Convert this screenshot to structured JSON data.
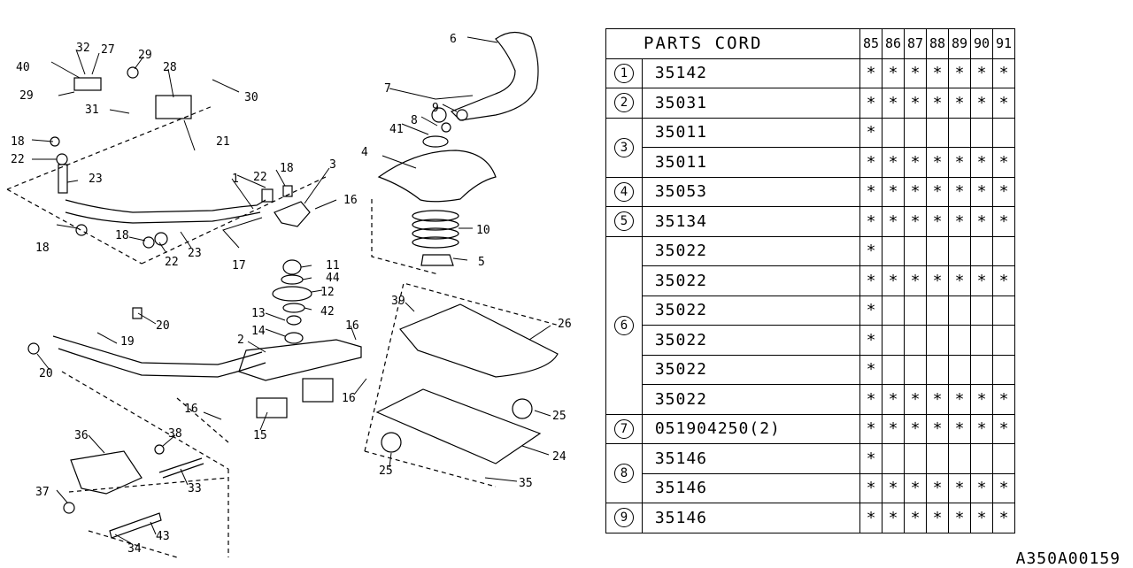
{
  "table": {
    "header": "PARTS CORD",
    "years": [
      "85",
      "86",
      "87",
      "88",
      "89",
      "90",
      "91"
    ],
    "groups": [
      {
        "ref": "1",
        "rows": [
          {
            "part": "35142",
            "marks": [
              "*",
              "*",
              "*",
              "*",
              "*",
              "*",
              "*"
            ]
          }
        ]
      },
      {
        "ref": "2",
        "rows": [
          {
            "part": "35031",
            "marks": [
              "*",
              "*",
              "*",
              "*",
              "*",
              "*",
              "*"
            ]
          }
        ]
      },
      {
        "ref": "3",
        "rows": [
          {
            "part": "35011",
            "marks": [
              "*",
              "",
              "",
              "",
              "",
              "",
              ""
            ]
          },
          {
            "part": "35011",
            "marks": [
              "*",
              "*",
              "*",
              "*",
              "*",
              "*",
              "*"
            ]
          }
        ]
      },
      {
        "ref": "4",
        "rows": [
          {
            "part": "35053",
            "marks": [
              "*",
              "*",
              "*",
              "*",
              "*",
              "*",
              "*"
            ]
          }
        ]
      },
      {
        "ref": "5",
        "rows": [
          {
            "part": "35134",
            "marks": [
              "*",
              "*",
              "*",
              "*",
              "*",
              "*",
              "*"
            ]
          }
        ]
      },
      {
        "ref": "6",
        "rows": [
          {
            "part": "35022",
            "marks": [
              "*",
              "",
              "",
              "",
              "",
              "",
              ""
            ]
          },
          {
            "part": "35022",
            "marks": [
              "*",
              "*",
              "*",
              "*",
              "*",
              "*",
              "*"
            ]
          },
          {
            "part": "35022",
            "marks": [
              "*",
              "",
              "",
              "",
              "",
              "",
              ""
            ]
          },
          {
            "part": "35022",
            "marks": [
              "*",
              "",
              "",
              "",
              "",
              "",
              ""
            ]
          },
          {
            "part": "35022",
            "marks": [
              "*",
              "",
              "",
              "",
              "",
              "",
              ""
            ]
          },
          {
            "part": "35022",
            "marks": [
              "*",
              "*",
              "*",
              "*",
              "*",
              "*",
              "*"
            ]
          }
        ]
      },
      {
        "ref": "7",
        "rows": [
          {
            "part": "051904250(2)",
            "marks": [
              "*",
              "*",
              "*",
              "*",
              "*",
              "*",
              "*"
            ]
          }
        ]
      },
      {
        "ref": "8",
        "rows": [
          {
            "part": "35146",
            "marks": [
              "*",
              "",
              "",
              "",
              "",
              "",
              ""
            ]
          },
          {
            "part": "35146",
            "marks": [
              "*",
              "*",
              "*",
              "*",
              "*",
              "*",
              "*"
            ]
          }
        ]
      },
      {
        "ref": "9",
        "rows": [
          {
            "part": "35146",
            "marks": [
              "*",
              "*",
              "*",
              "*",
              "*",
              "*",
              "*"
            ]
          }
        ]
      }
    ]
  },
  "callouts": [
    "40",
    "32",
    "27",
    "29",
    "28",
    "29",
    "30",
    "31",
    "21",
    "18",
    "22",
    "23",
    "22",
    "18",
    "1",
    "3",
    "16",
    "4",
    "41",
    "8",
    "9",
    "7",
    "6",
    "10",
    "5",
    "22",
    "18",
    "17",
    "23",
    "18",
    "11",
    "44",
    "12",
    "39",
    "42",
    "13",
    "14",
    "16",
    "2",
    "20",
    "19",
    "20",
    "26",
    "16",
    "16",
    "15",
    "25",
    "24",
    "25",
    "35",
    "36",
    "38",
    "37",
    "33",
    "34",
    "43"
  ],
  "figure_code": "A350A00159"
}
